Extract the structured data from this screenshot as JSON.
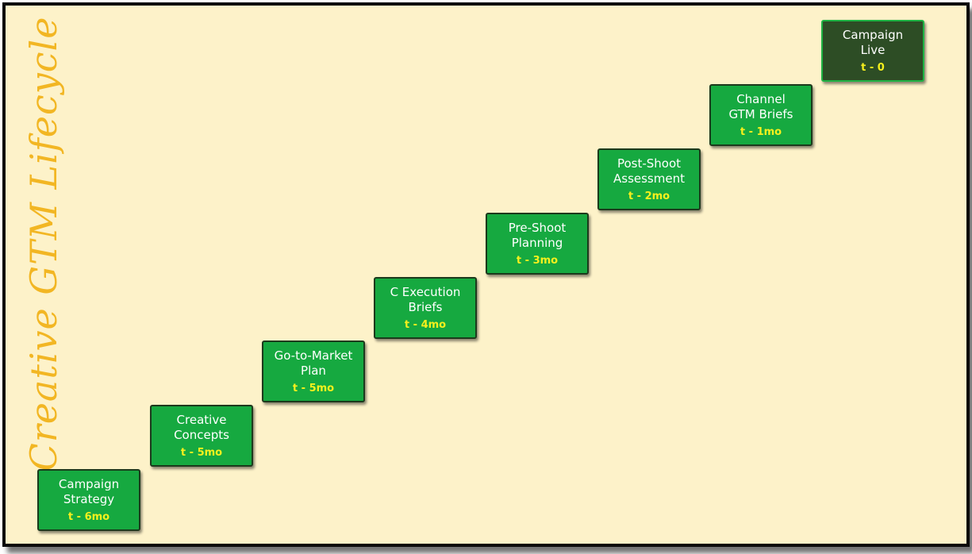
{
  "title": "Creative GTM Lifecycle",
  "colors": {
    "background": "#fdf2c9",
    "step_fill": "#16a940",
    "final_fill": "#2d4d25",
    "title": "#f2b623",
    "time_text": "#f7f01d"
  },
  "steps": [
    {
      "label": "Campaign\nStrategy",
      "time": "t - 6mo"
    },
    {
      "label": "Creative\nConcepts",
      "time": "t - 5mo"
    },
    {
      "label": "Go-to-Market\nPlan",
      "time": "t - 5mo"
    },
    {
      "label": "C Execution\nBriefs",
      "time": "t - 4mo"
    },
    {
      "label": "Pre-Shoot\nPlanning",
      "time": "t - 3mo"
    },
    {
      "label": "Post-Shoot\nAssessment",
      "time": "t - 2mo"
    },
    {
      "label": "Channel\nGTM Briefs",
      "time": "t - 1mo"
    },
    {
      "label": "Campaign\nLive",
      "time": "t - 0"
    }
  ]
}
